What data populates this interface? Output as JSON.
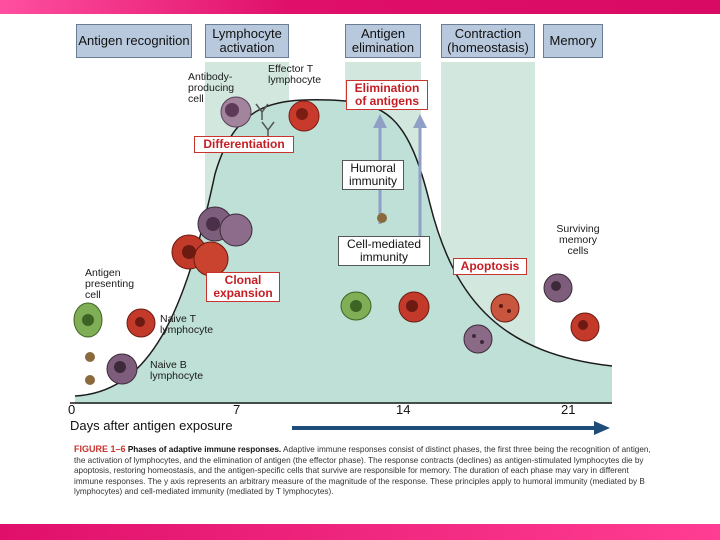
{
  "phases": [
    {
      "label": "Antigen recognition"
    },
    {
      "label": "Lymphocyte activation"
    },
    {
      "label": "Antigen elimination"
    },
    {
      "label": "Contraction (homeostasis)"
    },
    {
      "label": "Memory"
    }
  ],
  "labels": {
    "antibody_cell": "Antibody-producing cell",
    "effector_t": "Effector T lymphocyte",
    "differentiation": "Differentiation",
    "elimination": "Elimination of antigens",
    "humoral": "Humoral immunity",
    "cell_mediated": "Cell-mediated immunity",
    "clonal_expansion": "Clonal expansion",
    "apoptosis": "Apoptosis",
    "apc": "Antigen presenting cell",
    "naive_t": "Naive T lymphocyte",
    "naive_b": "Naive B lymphocyte",
    "surviving_memory": "Surviving memory cells"
  },
  "axis": {
    "ticks": [
      "0",
      "7",
      "14",
      "21"
    ],
    "title": "Days after antigen exposure"
  },
  "caption": {
    "figure_label": "FIGURE 1–6",
    "title": "Phases of adaptive immune responses.",
    "text": "Adaptive immune responses consist of distinct phases, the first three being the recognition of antigen, the activation of lymphocytes, and the elimination of antigen (the effector phase). The response contracts (declines) as antigen-stimulated lymphocytes die by apoptosis, restoring homeostasis, and the antigen-specific cells that survive are responsible for memory. The duration of each phase may vary in different immune responses. The y axis represents an arbitrary measure of the magnitude of the response. These principles apply to humoral immunity (mediated by B lymphocytes) and cell-mediated immunity (mediated by T lymphocytes)."
  },
  "colors": {
    "accent_bar": "#e6156e",
    "phase_header": "#b8c9dd",
    "band": "#d2e8df",
    "curve_fill": "#bfe0d6",
    "label_red": "#c41e24",
    "arrow_blue": "#8f9fc6",
    "axis_arrow": "#1f4d7a"
  }
}
